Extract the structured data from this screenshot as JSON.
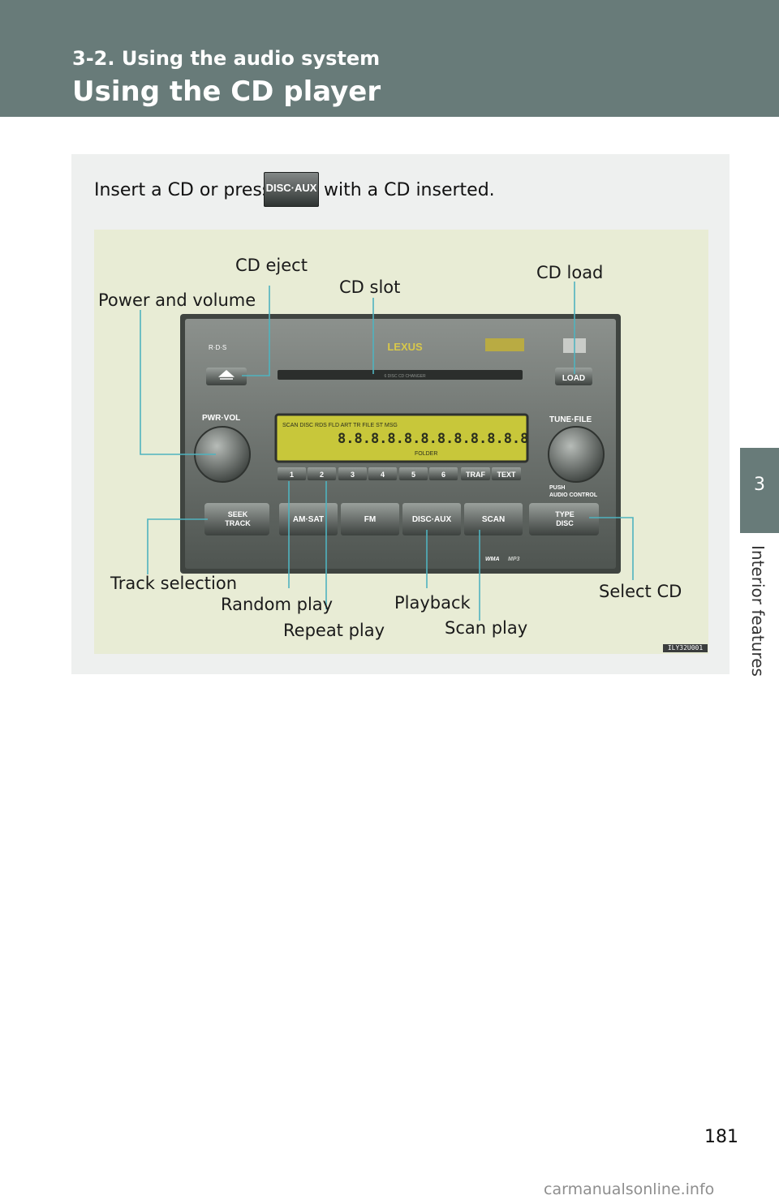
{
  "header": {
    "section": "3-2. Using the audio system",
    "title": "Using the CD player"
  },
  "side_tab": {
    "number": "3",
    "label": "Interior features"
  },
  "instruction": {
    "before": "Insert a CD or press",
    "button": "DISC·AUX",
    "after": "with a CD inserted."
  },
  "figure": {
    "id": "ILY32U001",
    "callouts": {
      "cd_eject": "CD eject",
      "cd_slot": "CD slot",
      "cd_load": "CD load",
      "power_volume": "Power and volume",
      "track_selection": "Track selection",
      "random_play": "Random play",
      "repeat_play": "Repeat play",
      "playback": "Playback",
      "scan_play": "Scan play",
      "select_cd": "Select CD"
    },
    "unit": {
      "rds": "R·D·S",
      "brand": "LEXUS",
      "slot_text": "6 DISC CD CHANGER",
      "load": "LOAD",
      "pwr_vol": "PWR·VOL",
      "tune_file": "TUNE·FILE",
      "push_audio": "PUSH",
      "audio_control": "AUDIO CONTROL",
      "display_digits": "8.8.8.8.8.8.8.8.8.8.8.8",
      "display_flags": "SCAN DISC RDS FLD ART TR FILE ST MSG",
      "display_folder": "FOLDER",
      "presets": [
        "1",
        "2",
        "3",
        "4",
        "5",
        "6",
        "TRAF",
        "TEXT"
      ],
      "seek_track": [
        "SEEK",
        "TRACK"
      ],
      "am_sat": "AM·SAT",
      "fm": "FM",
      "disc_aux": "DISC·AUX",
      "scan": "SCAN",
      "type_disc": [
        "TYPE",
        "DISC"
      ],
      "wma": "WMA",
      "mp3": "MP3"
    }
  },
  "footer": {
    "page": "181",
    "watermark": "carmanualsonline.info"
  }
}
